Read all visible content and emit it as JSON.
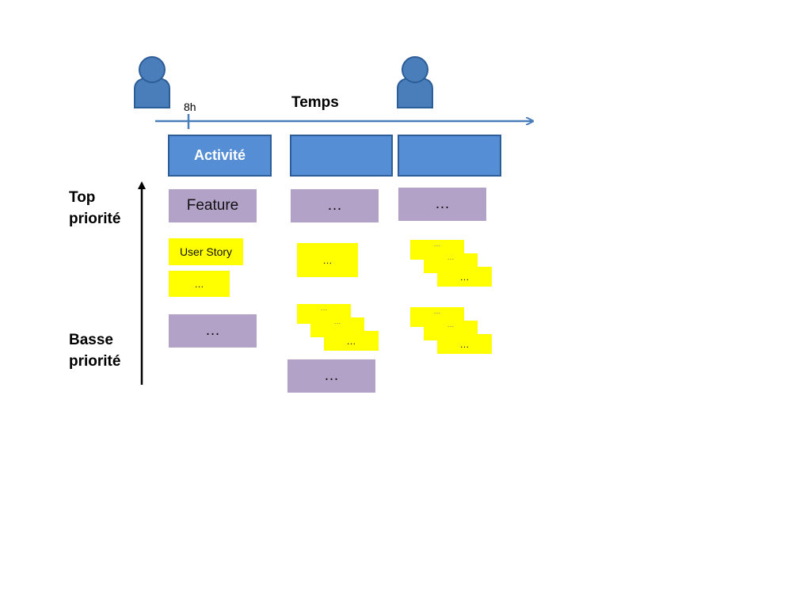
{
  "time_label": "Temps",
  "tick_label": "8h",
  "priority": {
    "top": "Top\npriorité",
    "bottom": "Basse\npriorité"
  },
  "activities": [
    "Activité",
    "",
    ""
  ],
  "features": {
    "col1": [
      "Feature",
      "…"
    ],
    "col2": [
      "…",
      "…"
    ],
    "col3": [
      "…"
    ]
  },
  "stories": {
    "col1": [
      "User Story",
      "…"
    ],
    "col2": [
      "…",
      "…",
      "…",
      "…"
    ],
    "col3": [
      "…",
      "…",
      "…",
      "…",
      "…",
      "…"
    ]
  },
  "colors": {
    "activity_fill": "#558ed5",
    "activity_border": "#2c5d96",
    "feature": "#b3a2c7",
    "story": "#ffff00",
    "person": "#4a7ebb",
    "person_border": "#2c5d96",
    "axis_arrow": "#4a7ebb"
  },
  "icons": [
    "person-icon",
    "person-icon"
  ]
}
